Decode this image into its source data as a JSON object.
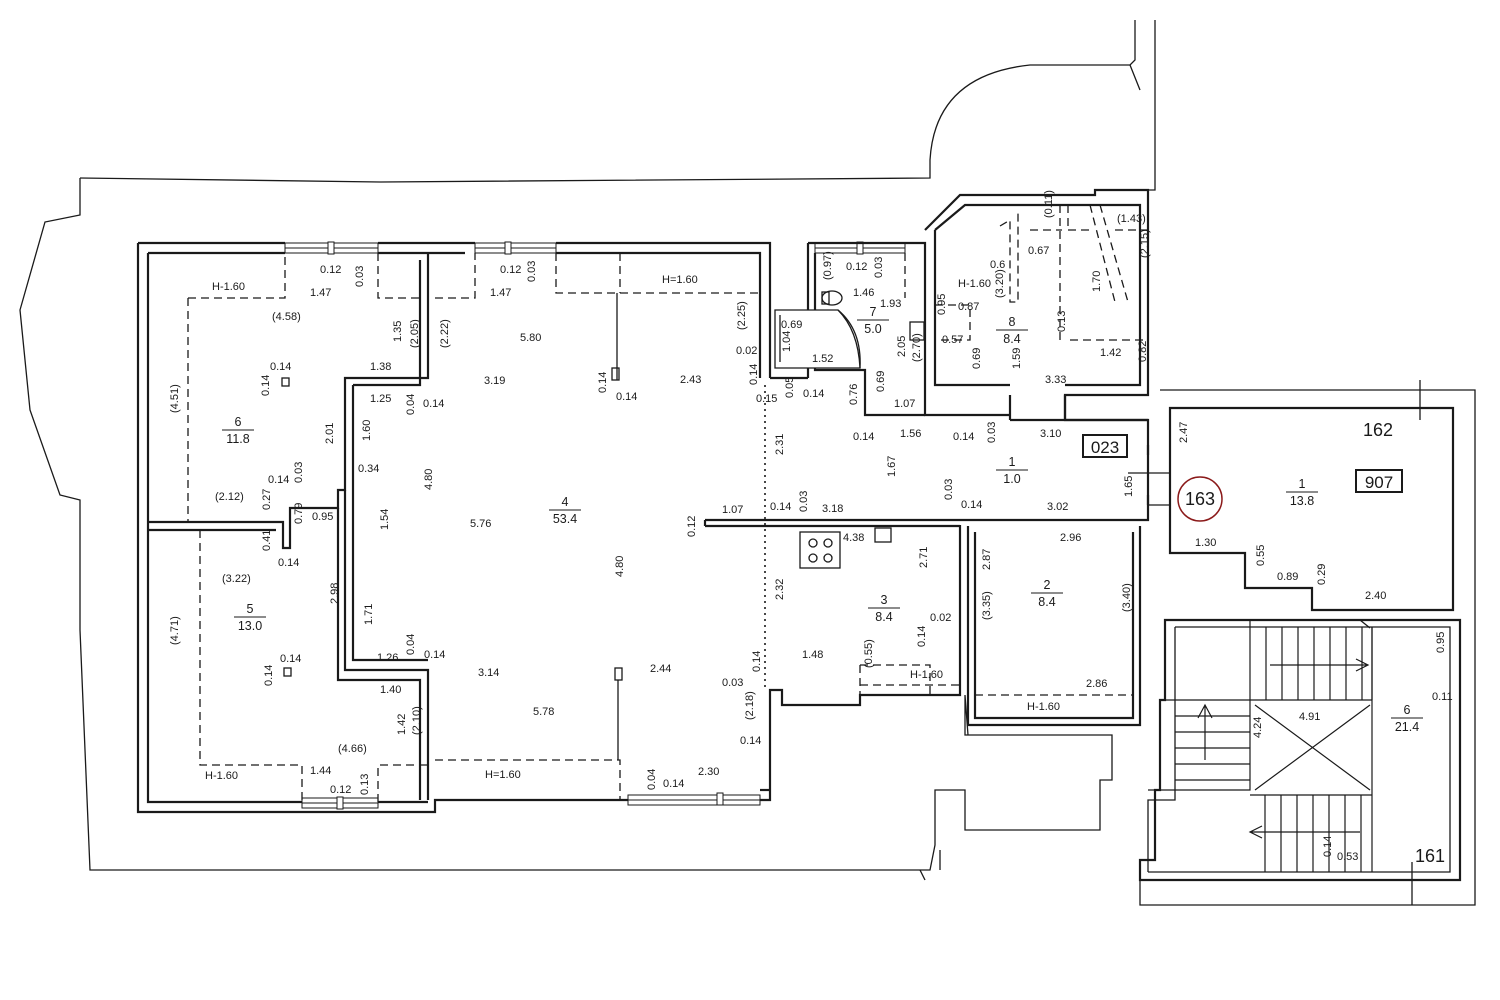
{
  "rooms": [
    {
      "id": "6",
      "num": "6",
      "area": "11.8",
      "p": [
        238,
        430
      ]
    },
    {
      "id": "5",
      "num": "5",
      "area": "13.0",
      "p": [
        250,
        617
      ]
    },
    {
      "id": "4",
      "num": "4",
      "area": "53.4",
      "p": [
        565,
        510
      ]
    },
    {
      "id": "7",
      "num": "7",
      "area": "5.0",
      "p": [
        873,
        320
      ]
    },
    {
      "id": "8",
      "num": "8",
      "area": "8.4",
      "p": [
        1012,
        330
      ]
    },
    {
      "id": "1a",
      "num": "1",
      "area": "1.0",
      "p": [
        1012,
        470
      ]
    },
    {
      "id": "3",
      "num": "3",
      "area": "8.4",
      "p": [
        884,
        608
      ]
    },
    {
      "id": "2",
      "num": "2",
      "area": "8.4",
      "p": [
        1047,
        593
      ]
    },
    {
      "id": "1b",
      "num": "1",
      "area": "13.8",
      "p": [
        1302,
        492
      ]
    },
    {
      "id": "6b",
      "num": "6",
      "area": "21.4",
      "p": [
        1407,
        718
      ]
    }
  ],
  "markers": {
    "box_023": "023",
    "box_907": "907",
    "circle_163": "163",
    "label_162": "162",
    "label_161": "161"
  },
  "dimensions": [
    {
      "t": "0.12",
      "p": [
        320,
        273
      ]
    },
    {
      "t": "0.03",
      "p": [
        363,
        287
      ],
      "r": -90
    },
    {
      "t": "H-1.60",
      "p": [
        212,
        290
      ]
    },
    {
      "t": "1.47",
      "p": [
        310,
        296
      ]
    },
    {
      "t": "(4.58)",
      "p": [
        272,
        320
      ]
    },
    {
      "t": "1.35",
      "p": [
        401,
        342
      ],
      "r": -90
    },
    {
      "t": "(2.05)",
      "p": [
        418,
        348
      ],
      "r": -90
    },
    {
      "t": "(2.22)",
      "p": [
        448,
        348
      ],
      "r": -90
    },
    {
      "t": "0.14",
      "p": [
        270,
        370
      ]
    },
    {
      "t": "0.14",
      "p": [
        269,
        396
      ],
      "r": -90
    },
    {
      "t": "(4.51)",
      "p": [
        178,
        413
      ],
      "r": -90
    },
    {
      "t": "1.38",
      "p": [
        370,
        370
      ]
    },
    {
      "t": "1.25",
      "p": [
        370,
        402
      ]
    },
    {
      "t": "0.04",
      "p": [
        414,
        415
      ],
      "r": -90
    },
    {
      "t": "0.14",
      "p": [
        423,
        407
      ]
    },
    {
      "t": "1.60",
      "p": [
        370,
        441
      ],
      "r": -90
    },
    {
      "t": "2.01",
      "p": [
        333,
        444
      ],
      "r": -90
    },
    {
      "t": "0.34",
      "p": [
        358,
        472
      ]
    },
    {
      "t": "0.14",
      "p": [
        268,
        483
      ]
    },
    {
      "t": "0.03",
      "p": [
        302,
        483
      ],
      "r": -90
    },
    {
      "t": "(2.12)",
      "p": [
        215,
        500
      ]
    },
    {
      "t": "0.27",
      "p": [
        270,
        510
      ],
      "r": -90
    },
    {
      "t": "0.79",
      "p": [
        302,
        524
      ],
      "r": -90
    },
    {
      "t": "0.95",
      "p": [
        312,
        520
      ]
    },
    {
      "t": "0.41",
      "p": [
        270,
        551
      ],
      "r": -90
    },
    {
      "t": "0.14",
      "p": [
        278,
        566
      ]
    },
    {
      "t": "1.54",
      "p": [
        388,
        530
      ],
      "r": -90
    },
    {
      "t": "(3.22)",
      "p": [
        222,
        582
      ]
    },
    {
      "t": "2.98",
      "p": [
        338,
        604
      ],
      "r": -90
    },
    {
      "t": "1.71",
      "p": [
        372,
        625
      ],
      "r": -90
    },
    {
      "t": "(4.71)",
      "p": [
        178,
        645
      ],
      "r": -90
    },
    {
      "t": "0.14",
      "p": [
        280,
        662
      ]
    },
    {
      "t": "0.14",
      "p": [
        272,
        686
      ],
      "r": -90
    },
    {
      "t": "1.26",
      "p": [
        377,
        661
      ]
    },
    {
      "t": "0.04",
      "p": [
        414,
        655
      ],
      "r": -90
    },
    {
      "t": "0.14",
      "p": [
        424,
        658
      ]
    },
    {
      "t": "1.40",
      "p": [
        380,
        693
      ]
    },
    {
      "t": "1.42",
      "p": [
        405,
        735
      ],
      "r": -90
    },
    {
      "t": "(2.10)",
      "p": [
        420,
        735
      ],
      "r": -90
    },
    {
      "t": "(4.66)",
      "p": [
        338,
        752
      ]
    },
    {
      "t": "H-1.60",
      "p": [
        205,
        779
      ]
    },
    {
      "t": "1.44",
      "p": [
        310,
        774
      ]
    },
    {
      "t": "0.12",
      "p": [
        330,
        793
      ]
    },
    {
      "t": "0.13",
      "p": [
        368,
        795
      ],
      "r": -90
    },
    {
      "t": "0.12",
      "p": [
        500,
        273
      ]
    },
    {
      "t": "0.03",
      "p": [
        535,
        282
      ],
      "r": -90
    },
    {
      "t": "1.47",
      "p": [
        490,
        296
      ]
    },
    {
      "t": "5.80",
      "p": [
        520,
        341
      ]
    },
    {
      "t": "3.19",
      "p": [
        484,
        384
      ]
    },
    {
      "t": "0.14",
      "p": [
        606,
        393
      ],
      "r": -90
    },
    {
      "t": "0.14",
      "p": [
        616,
        400
      ]
    },
    {
      "t": "H=1.60",
      "p": [
        662,
        283
      ]
    },
    {
      "t": "(2.25)",
      "p": [
        745,
        330
      ],
      "r": -90
    },
    {
      "t": "0.02",
      "p": [
        736,
        354
      ]
    },
    {
      "t": "2.43",
      "p": [
        680,
        383
      ]
    },
    {
      "t": "0.14",
      "p": [
        757,
        385
      ],
      "r": -90
    },
    {
      "t": "4.80",
      "p": [
        432,
        490
      ],
      "r": -90
    },
    {
      "t": "5.76",
      "p": [
        470,
        527
      ]
    },
    {
      "t": "0.12",
      "p": [
        695,
        537
      ],
      "r": -90
    },
    {
      "t": "4.80",
      "p": [
        623,
        577
      ],
      "r": -90
    },
    {
      "t": "3.14",
      "p": [
        478,
        676
      ]
    },
    {
      "t": "2.44",
      "p": [
        650,
        672
      ]
    },
    {
      "t": "5.78",
      "p": [
        533,
        715
      ]
    },
    {
      "t": "H=1.60",
      "p": [
        485,
        778
      ]
    },
    {
      "t": "0.04",
      "p": [
        655,
        790
      ],
      "r": -90
    },
    {
      "t": "0.14",
      "p": [
        663,
        787
      ]
    },
    {
      "t": "2.30",
      "p": [
        698,
        775
      ]
    },
    {
      "t": "0.03",
      "p": [
        722,
        686
      ]
    },
    {
      "t": "(2.18)",
      "p": [
        753,
        720
      ],
      "r": -90
    },
    {
      "t": "0.14",
      "p": [
        740,
        744
      ]
    },
    {
      "t": "0.14",
      "p": [
        760,
        672
      ],
      "r": -90
    },
    {
      "t": "0.12",
      "p": [
        846,
        270
      ]
    },
    {
      "t": "0.03",
      "p": [
        882,
        278
      ],
      "r": -90
    },
    {
      "t": "(0.97)",
      "p": [
        831,
        280
      ],
      "r": -90
    },
    {
      "t": "1.46",
      "p": [
        853,
        296
      ]
    },
    {
      "t": "1.93",
      "p": [
        880,
        307
      ]
    },
    {
      "t": "0.69",
      "p": [
        781,
        328
      ]
    },
    {
      "t": "1.04",
      "p": [
        790,
        352
      ],
      "r": -90
    },
    {
      "t": "1.52",
      "p": [
        812,
        362
      ]
    },
    {
      "t": "2.05",
      "p": [
        905,
        357
      ],
      "r": -90
    },
    {
      "t": "(2.70)",
      "p": [
        920,
        362
      ],
      "r": -90
    },
    {
      "t": "0.15",
      "p": [
        756,
        402
      ]
    },
    {
      "t": "0.05",
      "p": [
        793,
        398
      ],
      "r": -90
    },
    {
      "t": "0.14",
      "p": [
        803,
        397
      ]
    },
    {
      "t": "0.76",
      "p": [
        857,
        405
      ],
      "r": -90
    },
    {
      "t": "0.69",
      "p": [
        884,
        392
      ],
      "r": -90
    },
    {
      "t": "1.07",
      "p": [
        894,
        407
      ]
    },
    {
      "t": "0.14",
      "p": [
        853,
        440
      ]
    },
    {
      "t": "1.56",
      "p": [
        900,
        437
      ]
    },
    {
      "t": "0.14",
      "p": [
        953,
        440
      ]
    },
    {
      "t": "0.03",
      "p": [
        995,
        443
      ],
      "r": -90
    },
    {
      "t": "3.10",
      "p": [
        1040,
        437
      ]
    },
    {
      "t": "2.31",
      "p": [
        783,
        455
      ],
      "r": -90
    },
    {
      "t": "1.67",
      "p": [
        895,
        477
      ],
      "r": -90
    },
    {
      "t": "0.03",
      "p": [
        952,
        500
      ],
      "r": -90
    },
    {
      "t": "0.14",
      "p": [
        961,
        508
      ]
    },
    {
      "t": "3.02",
      "p": [
        1047,
        510
      ]
    },
    {
      "t": "1.65",
      "p": [
        1132,
        497
      ],
      "r": -90
    },
    {
      "t": "2.47",
      "p": [
        1187,
        443
      ],
      "r": -90
    },
    {
      "t": "1.07",
      "p": [
        722,
        513
      ]
    },
    {
      "t": "0.14",
      "p": [
        770,
        510
      ]
    },
    {
      "t": "0.03",
      "p": [
        807,
        512
      ],
      "r": -90
    },
    {
      "t": "3.18",
      "p": [
        822,
        512
      ]
    },
    {
      "t": "4.38",
      "p": [
        843,
        541
      ]
    },
    {
      "t": "2.71",
      "p": [
        927,
        568
      ],
      "r": -90
    },
    {
      "t": "2.32",
      "p": [
        783,
        600
      ],
      "r": -90
    },
    {
      "t": "0.02",
      "p": [
        930,
        621
      ]
    },
    {
      "t": "0.14",
      "p": [
        925,
        647
      ],
      "r": -90
    },
    {
      "t": "1.48",
      "p": [
        802,
        658
      ]
    },
    {
      "t": "(0.55)",
      "p": [
        872,
        668
      ],
      "r": -90
    },
    {
      "t": "H-1.60",
      "p": [
        910,
        678
      ]
    },
    {
      "t": "2.87",
      "p": [
        990,
        570
      ],
      "r": -90
    },
    {
      "t": "2.96",
      "p": [
        1060,
        541
      ]
    },
    {
      "t": "(3.35)",
      "p": [
        990,
        620
      ],
      "r": -90
    },
    {
      "t": "(3.40)",
      "p": [
        1130,
        612
      ],
      "r": -90
    },
    {
      "t": "2.86",
      "p": [
        1086,
        687
      ]
    },
    {
      "t": "H-1.60",
      "p": [
        1027,
        710
      ]
    },
    {
      "t": "H-1.60",
      "p": [
        958,
        287
      ]
    },
    {
      "t": "0.95",
      "p": [
        945,
        315
      ],
      "r": -90
    },
    {
      "t": "0.87",
      "p": [
        958,
        310
      ]
    },
    {
      "t": "0.57",
      "p": [
        942,
        343
      ]
    },
    {
      "t": "0.6",
      "p": [
        990,
        268
      ]
    },
    {
      "t": "(3.20)",
      "p": [
        1003,
        298
      ],
      "r": -90
    },
    {
      "t": "0.67",
      "p": [
        1028,
        254
      ]
    },
    {
      "t": "(0.11)",
      "p": [
        1052,
        218
      ],
      "r": -90
    },
    {
      "t": "1.70",
      "p": [
        1100,
        292
      ],
      "r": -90
    },
    {
      "t": "(1.43)",
      "p": [
        1117,
        222
      ]
    },
    {
      "t": "(2.15)",
      "p": [
        1148,
        258
      ],
      "r": -90
    },
    {
      "t": "0.13",
      "p": [
        1065,
        332
      ],
      "r": -90
    },
    {
      "t": "1.42",
      "p": [
        1100,
        356
      ]
    },
    {
      "t": "0.82",
      "p": [
        1146,
        362
      ],
      "r": -90
    },
    {
      "t": "0.69",
      "p": [
        980,
        369
      ],
      "r": -90
    },
    {
      "t": "1.59",
      "p": [
        1020,
        369
      ],
      "r": -90
    },
    {
      "t": "3.33",
      "p": [
        1045,
        383
      ]
    },
    {
      "t": "1.30",
      "p": [
        1195,
        546
      ]
    },
    {
      "t": "0.55",
      "p": [
        1264,
        566
      ],
      "r": -90
    },
    {
      "t": "0.89",
      "p": [
        1277,
        580
      ]
    },
    {
      "t": "0.29",
      "p": [
        1325,
        585
      ],
      "r": -90
    },
    {
      "t": "2.40",
      "p": [
        1365,
        599
      ]
    },
    {
      "t": "0.95",
      "p": [
        1444,
        653
      ],
      "r": -90
    },
    {
      "t": "0.11",
      "p": [
        1432,
        700
      ]
    },
    {
      "t": "4.91",
      "p": [
        1299,
        720
      ]
    },
    {
      "t": "4.24",
      "p": [
        1261,
        738
      ],
      "r": -90
    },
    {
      "t": "0.14",
      "p": [
        1331,
        857
      ],
      "r": -90
    },
    {
      "t": "0.53",
      "p": [
        1337,
        860
      ]
    }
  ]
}
